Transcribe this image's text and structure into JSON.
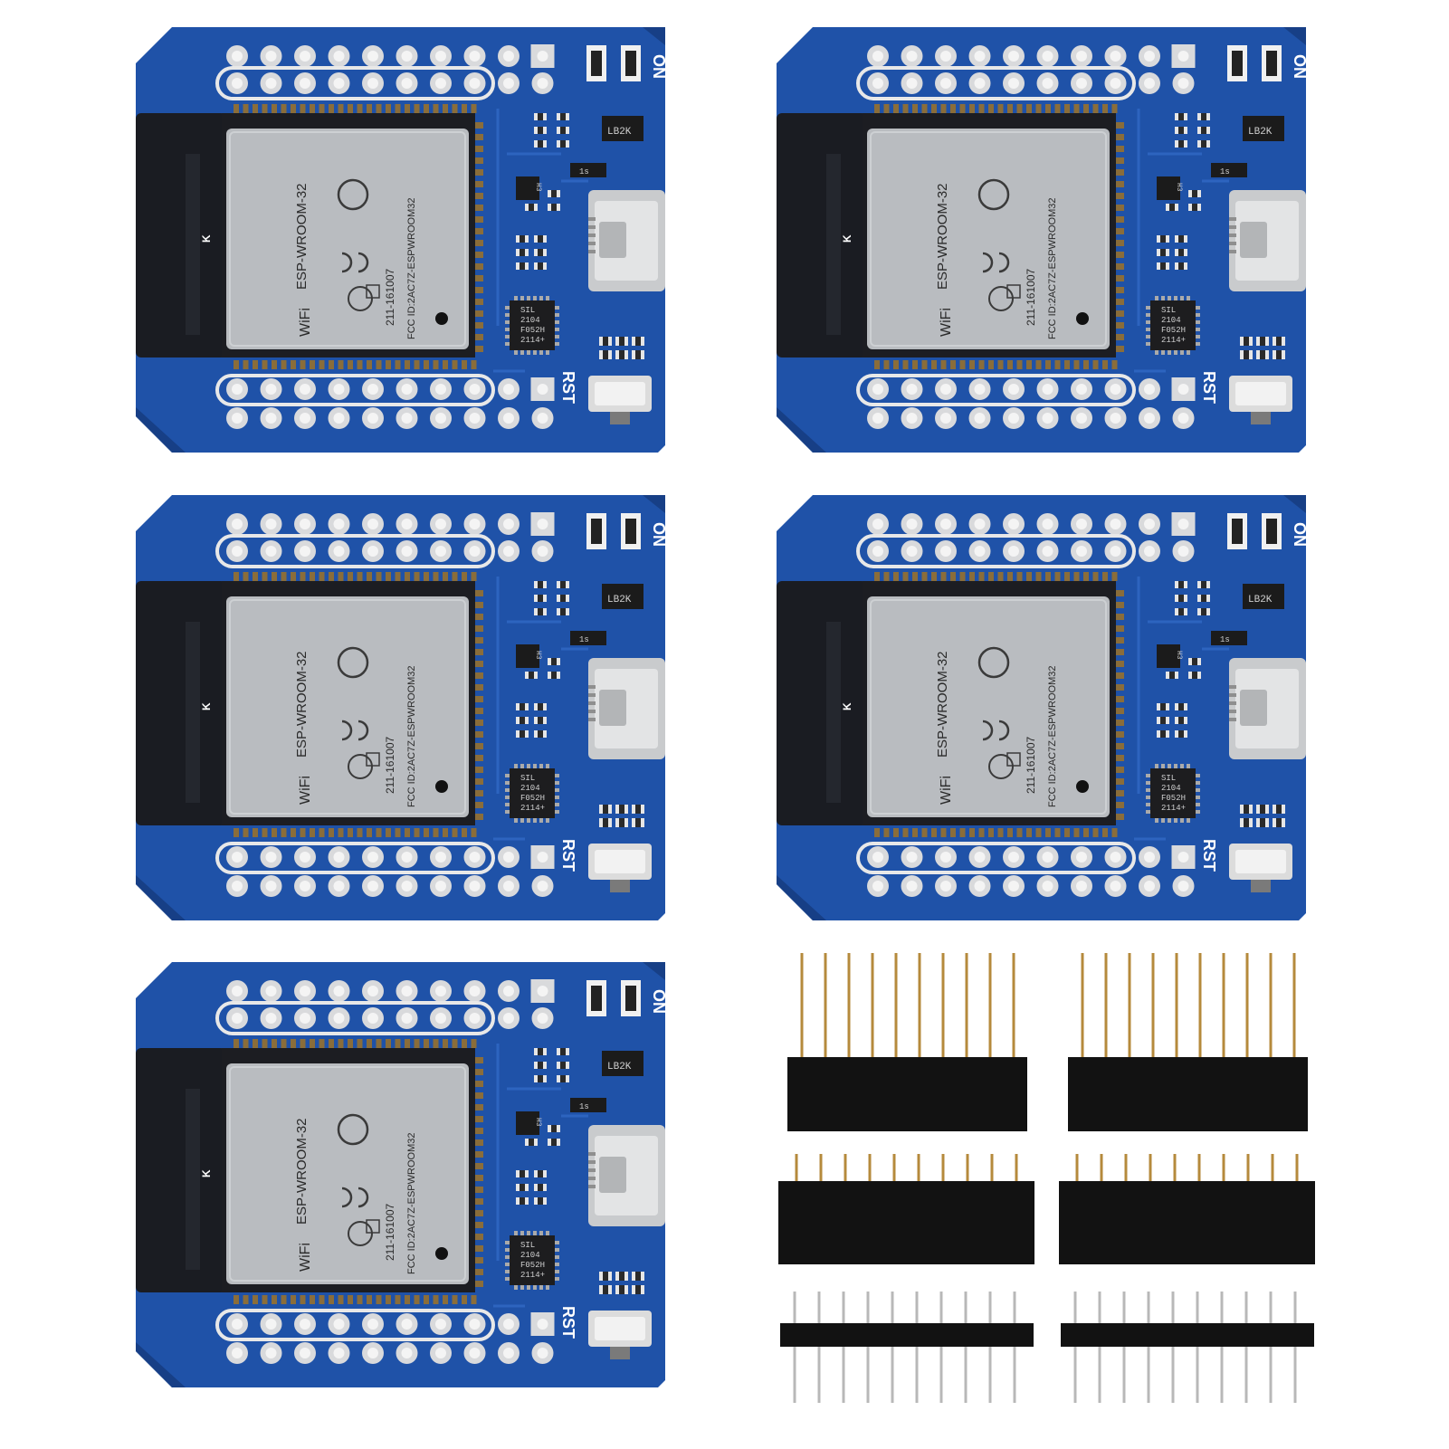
{
  "colors": {
    "pcb_blue": "#1f52a8",
    "pcb_blue_dark": "#173f86",
    "antenna_black": "#1a1c22",
    "shield_silver": "#b9bcc0",
    "pad_silver": "#d9dadc",
    "header_black": "#121212",
    "pin_gold": "#b58a3c",
    "pin_silver": "#b8b8b8"
  },
  "boards": [
    {
      "label_on": "ON",
      "label_rst": "RST",
      "module_name": "ESP-WROOM-32",
      "fcc_id": "FCC ID:2AC7Z-ESPWROOM32",
      "cert_code": "211-161007",
      "regulator_mark": "LB2K",
      "usb_chip_lines": [
        "SIL",
        "2104",
        "F052H",
        "2114+"
      ],
      "transistor_mark": "H3",
      "diode_mark": "1s",
      "wifi_logo": "WiFi",
      "antenna_mark": "K"
    },
    {
      "label_on": "ON",
      "label_rst": "RST",
      "module_name": "ESP-WROOM-32",
      "fcc_id": "FCC ID:2AC7Z-ESPWROOM32",
      "cert_code": "211-161007",
      "regulator_mark": "LB2K",
      "usb_chip_lines": [
        "SIL",
        "2104",
        "F052H",
        "2114+"
      ],
      "transistor_mark": "H3",
      "diode_mark": "1s",
      "wifi_logo": "WiFi",
      "antenna_mark": "K"
    },
    {
      "label_on": "ON",
      "label_rst": "RST",
      "module_name": "ESP-WROOM-32",
      "fcc_id": "FCC ID:2AC7Z-ESPWROOM32",
      "cert_code": "211-161007",
      "regulator_mark": "LB2K",
      "usb_chip_lines": [
        "SIL",
        "2104",
        "F052H",
        "2114+"
      ],
      "transistor_mark": "H3",
      "diode_mark": "1s",
      "wifi_logo": "WiFi",
      "antenna_mark": "K"
    },
    {
      "label_on": "ON",
      "label_rst": "RST",
      "module_name": "ESP-WROOM-32",
      "fcc_id": "FCC ID:2AC7Z-ESPWROOM32",
      "cert_code": "211-161007",
      "regulator_mark": "LB2K",
      "usb_chip_lines": [
        "SIL",
        "2104",
        "F052H",
        "2114+"
      ],
      "transistor_mark": "H3",
      "diode_mark": "1s",
      "wifi_logo": "WiFi",
      "antenna_mark": "K"
    },
    {
      "label_on": "ON",
      "label_rst": "RST",
      "module_name": "ESP-WROOM-32",
      "fcc_id": "FCC ID:2AC7Z-ESPWROOM32",
      "cert_code": "211-161007",
      "regulator_mark": "LB2K",
      "usb_chip_lines": [
        "SIL",
        "2104",
        "F052H",
        "2114+"
      ],
      "transistor_mark": "H3",
      "diode_mark": "1s",
      "wifi_logo": "WiFi",
      "antenna_mark": "K"
    }
  ],
  "headers": {
    "long_female": {
      "count": 2,
      "pins": 10,
      "pin_color": "gold"
    },
    "short_female": {
      "count": 2,
      "pins": 10,
      "pin_color": "gold"
    },
    "male": {
      "count": 2,
      "pins": 10,
      "pin_color": "silver"
    }
  }
}
